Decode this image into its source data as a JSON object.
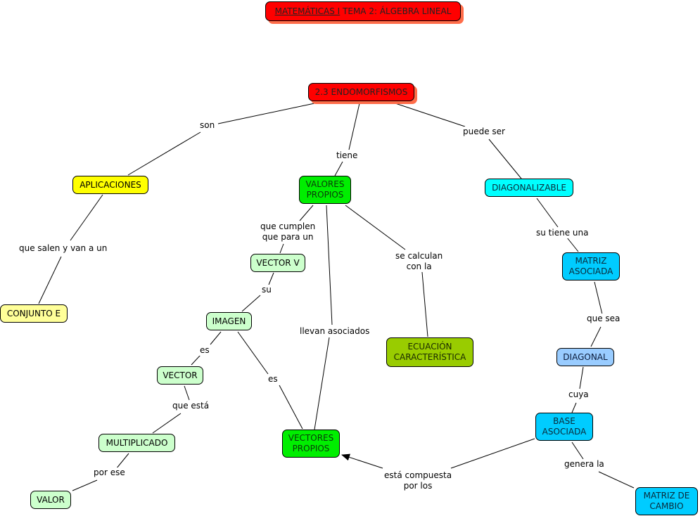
{
  "title": {
    "part1": "MATEMÁTICAS I",
    "part2": " TEMA 2: ÁLGEBRA LINEAL"
  },
  "colors": {
    "red": "#ff0000",
    "yellow": "#ffff00",
    "light_yellow": "#ffff99",
    "green": "#00ee00",
    "light_green": "#ccffcc",
    "olive": "#99cc00",
    "cyan": "#00ffff",
    "sky": "#00ccff",
    "light_blue": "#99ccff",
    "shadow": "#ff6d4a"
  },
  "nodes": {
    "endomorfismos": "2.3 ENDOMORFISMOS",
    "aplicaciones": "APLICACIONES",
    "conjunto_e": "CONJUNTO E",
    "valores_propios": "VALORES\nPROPIOS",
    "diagonalizable": "DIAGONALIZABLE",
    "matriz_asociada": "MATRIZ\nASOCIADA",
    "vector_v": "VECTOR V",
    "imagen": "IMAGEN",
    "vector": "VECTOR",
    "multiplicado": "MULTIPLICADO",
    "valor": "VALOR",
    "vectores_propios": "VECTORES\nPROPIOS",
    "ecuacion": "ECUACIÓN\nCARACTERÍSTICA",
    "diagonal": "DIAGONAL",
    "base_asociada": "BASE\nASOCIADA",
    "matriz_cambio": "MATRIZ DE\nCAMBIO"
  },
  "links": {
    "son": "son",
    "tiene": "tiene",
    "puede_ser": "puede ser",
    "que_salen": "que salen y van a un",
    "que_cumplen": "que cumplen\nque para un",
    "se_calculan": "se calculan\ncon la",
    "su_tiene_una": "su tiene una",
    "su": "su",
    "llevan_asociados": "llevan asociados",
    "que_sea": "que sea",
    "es1": "es",
    "es2": "es",
    "que_esta": "que está",
    "cuya": "cuya",
    "por_ese": "por ese",
    "genera_la": "genera la",
    "esta_compuesta": "está compuesta\npor los"
  }
}
